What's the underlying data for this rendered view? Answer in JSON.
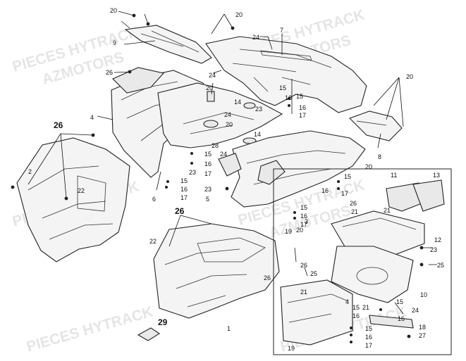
{
  "watermark": {
    "line1": "PIECES HYTRACK",
    "line2": "AZMOTORS"
  },
  "callouts": {
    "c1": "1",
    "c2": "2",
    "c3": "3",
    "c4": "4",
    "c5": "5",
    "c6": "6",
    "c7": "7",
    "c8": "8",
    "c9": "9",
    "c10": "10",
    "c11": "11",
    "c12": "12",
    "c13": "13",
    "c14": "14",
    "c15": "15",
    "c16": "16",
    "c17": "17",
    "c18": "18",
    "c19": "19",
    "c20": "20",
    "c21": "21",
    "c22": "22",
    "c23": "23",
    "c24": "24",
    "c25": "25",
    "c26": "26",
    "c27": "27",
    "c28": "28",
    "c29": "29"
  }
}
